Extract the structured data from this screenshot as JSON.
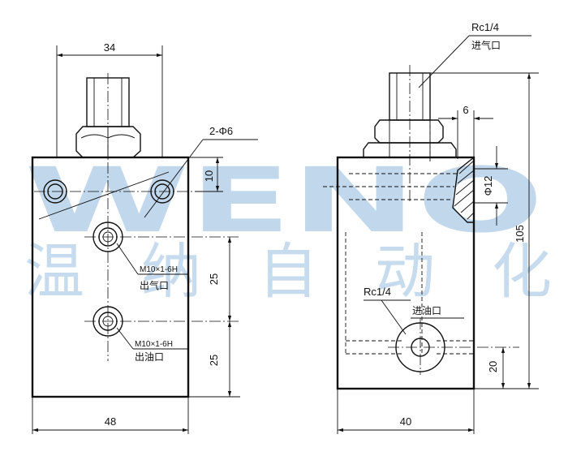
{
  "watermark": {
    "latin": "WENO",
    "chinese": "温 纳 自 动 化"
  },
  "front_view": {
    "dim_width_top": "34",
    "dim_width_bottom": "48",
    "dim_hole_offset": "10",
    "dim_port_spacing": "25",
    "dim_bottom_port": "25",
    "hole_callout": "2-Φ6",
    "air_out_thread": "M10×1-6H",
    "air_out_label": "出气口",
    "oil_out_thread": "M10×1-6H",
    "oil_out_label": "出油口"
  },
  "side_view": {
    "air_in_thread": "Rc1/4",
    "air_in_label": "进气口",
    "dim_slot": "6",
    "dim_bore": "Φ12",
    "dim_height": "105",
    "oil_in_thread": "Rc1/4",
    "oil_in_label": "进油口",
    "dim_oil_port_height": "20",
    "dim_width": "40"
  }
}
